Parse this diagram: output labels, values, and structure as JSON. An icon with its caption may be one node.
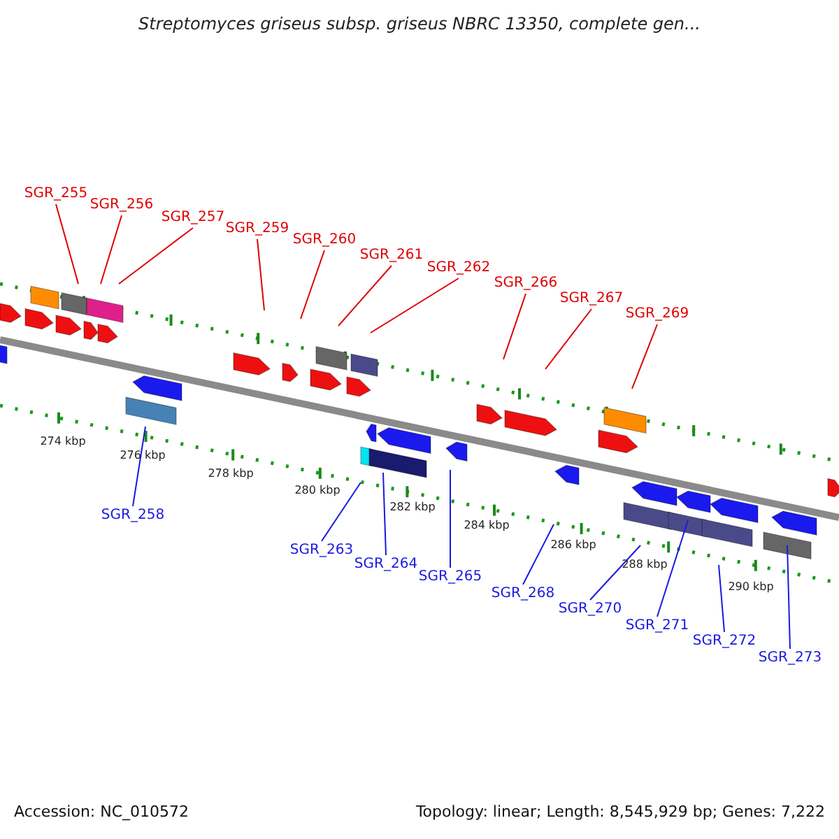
{
  "diagram": {
    "title": "Streptomyces griseus subsp. griseus NBRC 13350, complete gen...",
    "nodes": [
      {
        "text": [
          "SGR_255"
        ]
      },
      {
        "text": [
          "SGR_256"
        ]
      },
      {
        "text": [
          "SGR_257"
        ]
      },
      {
        "text": [
          "SGR_259"
        ]
      },
      {
        "text": [
          "SGR_260"
        ]
      },
      {
        "text": [
          "SGR_261"
        ]
      },
      {
        "text": [
          "SGR_262"
        ]
      },
      {
        "text": [
          "SGR_266"
        ]
      },
      {
        "text": [
          "SGR_267"
        ]
      },
      {
        "text": [
          "SGR_269"
        ]
      },
      {
        "text": [
          "SGR_258"
        ]
      },
      {
        "text": [
          "SGR_263"
        ]
      },
      {
        "text": [
          "SGR_264"
        ]
      },
      {
        "text": [
          "SGR_265"
        ]
      },
      {
        "text": [
          "SGR_268"
        ]
      },
      {
        "text": [
          "SGR_270"
        ]
      },
      {
        "text": [
          "SGR_271"
        ]
      },
      {
        "text": [
          "SGR_272"
        ]
      },
      {
        "text": [
          "SGR_273"
        ]
      }
    ],
    "edges": [
      {
        "from": 0,
        "to": null,
        "arrow": "none"
      },
      {
        "from": 1,
        "to": null,
        "arrow": "none"
      },
      {
        "from": 2,
        "to": null,
        "arrow": "none"
      },
      {
        "from": 3,
        "to": null,
        "arrow": "none"
      },
      {
        "from": 4,
        "to": null,
        "arrow": "none"
      },
      {
        "from": 5,
        "to": null,
        "arrow": "none"
      },
      {
        "from": 6,
        "to": null,
        "arrow": "none"
      },
      {
        "from": 7,
        "to": null,
        "arrow": "none"
      },
      {
        "from": 8,
        "to": null,
        "arrow": "none"
      },
      {
        "from": 9,
        "to": null,
        "arrow": "none"
      },
      {
        "from": 10,
        "to": null,
        "arrow": "none",
        "color": "#1a1ae0"
      },
      {
        "from": 11,
        "to": null,
        "arrow": "none",
        "color": "#1a1ae0"
      },
      {
        "from": 12,
        "to": null,
        "arrow": "none",
        "color": "#1a1ae0"
      },
      {
        "from": 13,
        "to": null,
        "arrow": "none",
        "color": "#1a1ae0"
      },
      {
        "from": 14,
        "to": null,
        "arrow": "none",
        "color": "#1a1ae0"
      },
      {
        "from": 15,
        "to": null,
        "arrow": "none",
        "color": "#1a1ae0"
      },
      {
        "from": 16,
        "to": null,
        "arrow": "none",
        "color": "#1a1ae0"
      },
      {
        "from": 17,
        "to": null,
        "arrow": "none",
        "color": "#1a1ae0"
      },
      {
        "from": 18,
        "to": null,
        "arrow": "none",
        "color": "#1a1ae0"
      }
    ],
    "labels": [
      "274 kbp",
      "276 kbp",
      "278 kbp",
      "280 kbp",
      "282 kbp",
      "284 kbp",
      "286 kbp",
      "288 kbp",
      "290 kbp",
      "Accession: NC_010572",
      "Topology: linear; Length: 8,545,929 bp; Genes: 7,222"
    ]
  }
}
